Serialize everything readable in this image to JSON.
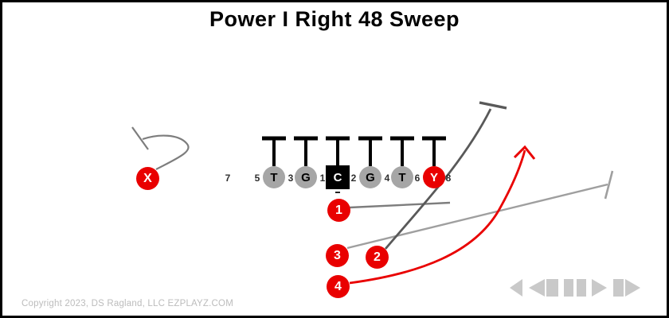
{
  "title": "Power I Right 48 Sweep",
  "copyright": "Copyright 2023, DS Ragland, LLC EZPLAYZ.COM",
  "colors": {
    "red": "#e90000",
    "player_gray": "#a6a6a6",
    "center_black": "#000000",
    "defender_black": "#000000",
    "route_gray_dark": "#595959",
    "route_gray_mid": "#7d7d7d",
    "route_gray_light": "#9f9f9f",
    "controls_gray": "#c9c9c9",
    "gap_number_color": "#2e2e2e",
    "copyright_gray": "#bcbcbc"
  },
  "offensive_line": {
    "players": [
      {
        "label": "T"
      },
      {
        "label": "G"
      },
      {
        "label": "C"
      },
      {
        "label": "G"
      },
      {
        "label": "T"
      },
      {
        "label": "Y"
      }
    ],
    "gap_numbers": [
      "7",
      "5",
      "3",
      "1",
      "2",
      "4",
      "6",
      "8"
    ]
  },
  "receiver": {
    "label": "X"
  },
  "backs": [
    {
      "label": "1"
    },
    {
      "label": "3"
    },
    {
      "label": "2"
    },
    {
      "label": "4"
    }
  ],
  "playback_controls": [
    {
      "name": "previous"
    },
    {
      "name": "step-back"
    },
    {
      "name": "pause"
    },
    {
      "name": "play"
    },
    {
      "name": "step-forward"
    }
  ]
}
